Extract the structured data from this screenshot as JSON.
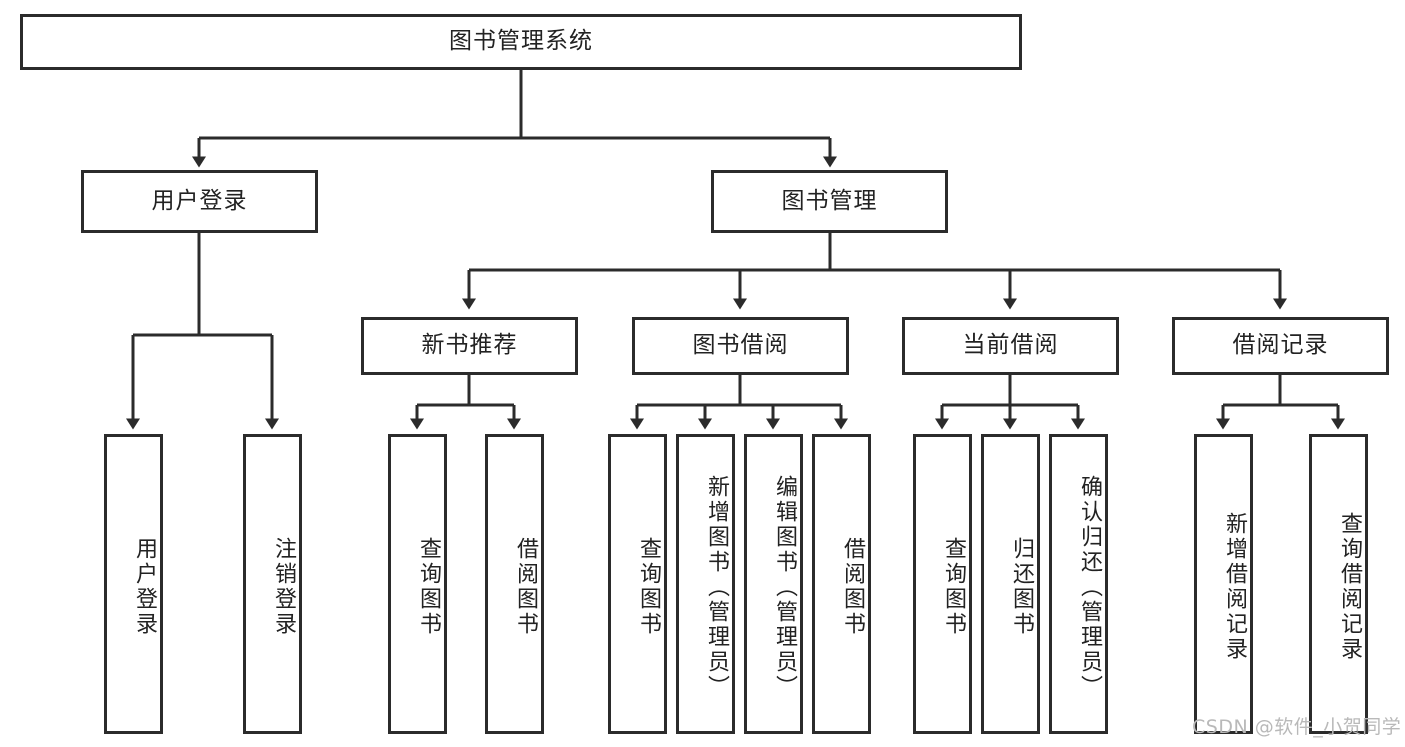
{
  "diagram": {
    "title": "图书管理系统",
    "type": "tree-hierarchy",
    "root": {
      "label": "图书管理系统"
    },
    "level2": [
      {
        "label": "用户登录"
      },
      {
        "label": "图书管理"
      }
    ],
    "level3": [
      {
        "label": "新书推荐"
      },
      {
        "label": "图书借阅"
      },
      {
        "label": "当前借阅"
      },
      {
        "label": "借阅记录"
      }
    ],
    "leaves": {
      "user_login": [
        {
          "label": "用户登录"
        },
        {
          "label": "注销登录"
        }
      ],
      "new_book_recommend": [
        {
          "label": "查询图书"
        },
        {
          "label": "借阅图书"
        }
      ],
      "book_borrow": [
        {
          "label": "查询图书"
        },
        {
          "label": "新增图书（管理员）"
        },
        {
          "label": "编辑图书（管理员）"
        },
        {
          "label": "借阅图书"
        }
      ],
      "current_borrow": [
        {
          "label": "查询图书"
        },
        {
          "label": "归还图书"
        },
        {
          "label": "确认归还（管理员）"
        }
      ],
      "borrow_record": [
        {
          "label": "新增借阅记录"
        },
        {
          "label": "查询借阅记录"
        }
      ]
    }
  },
  "watermark": {
    "text": "CSDN @软件_小贺同学"
  },
  "colors": {
    "border": "#2b2b2b",
    "text": "#222222",
    "background": "#ffffff",
    "watermark": "#b9b9b9"
  }
}
